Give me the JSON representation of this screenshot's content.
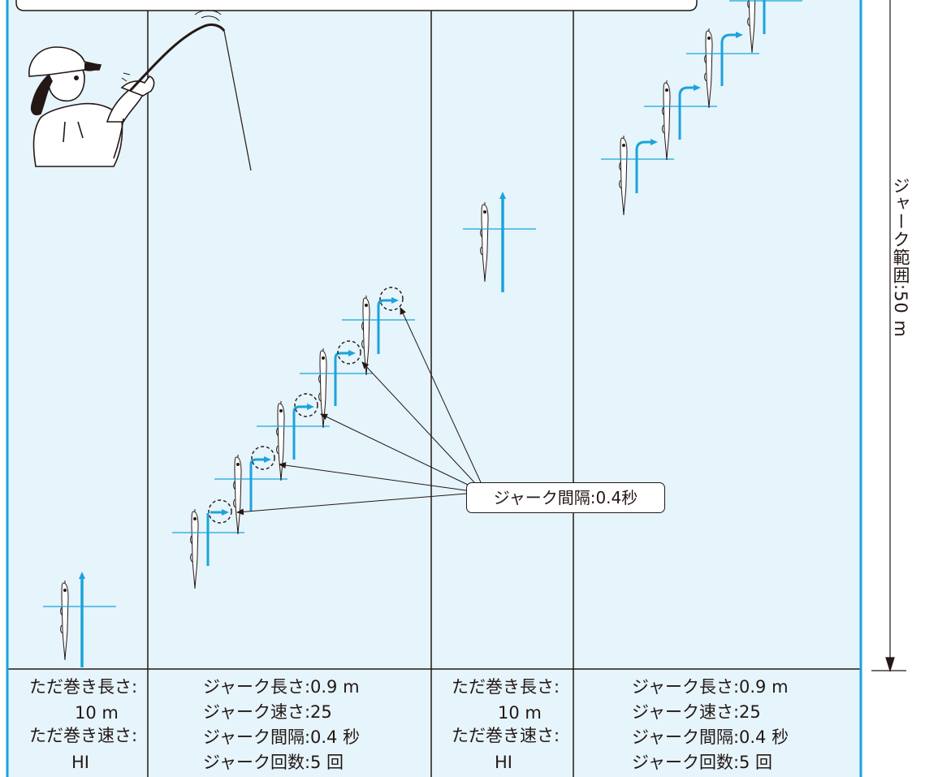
{
  "callout": {
    "label": "ジャーク間隔:0.4秒"
  },
  "range": {
    "label": "ジャーク範囲:50 m"
  },
  "panels": [
    {
      "id": "retrieve-1",
      "lines": [
        "ただ巻き長さ:",
        "10 m",
        "ただ巻き速さ:",
        "HI"
      ]
    },
    {
      "id": "jerk-1",
      "lines": [
        "ジャーク長さ:0.9 m",
        "ジャーク速さ:25",
        "ジャーク間隔:0.4 秒",
        "ジャーク回数:5 回"
      ]
    },
    {
      "id": "retrieve-2",
      "lines": [
        "ただ巻き長さ:",
        "10 m",
        "ただ巻き速さ:",
        "HI"
      ]
    },
    {
      "id": "jerk-2",
      "lines": [
        "ジャーク長さ:0.9 m",
        "ジャーク速さ:25",
        "ジャーク間隔:0.4 秒",
        "ジャーク回数:5 回"
      ]
    }
  ],
  "colors": {
    "panel_bg": "#e6f4fb",
    "accent": "#1ba3dc",
    "line": "#231815"
  },
  "icons": [
    "angler-icon",
    "fishing-rod-icon",
    "lure-icon",
    "up-arrow-icon",
    "jerk-arrow-icon"
  ]
}
